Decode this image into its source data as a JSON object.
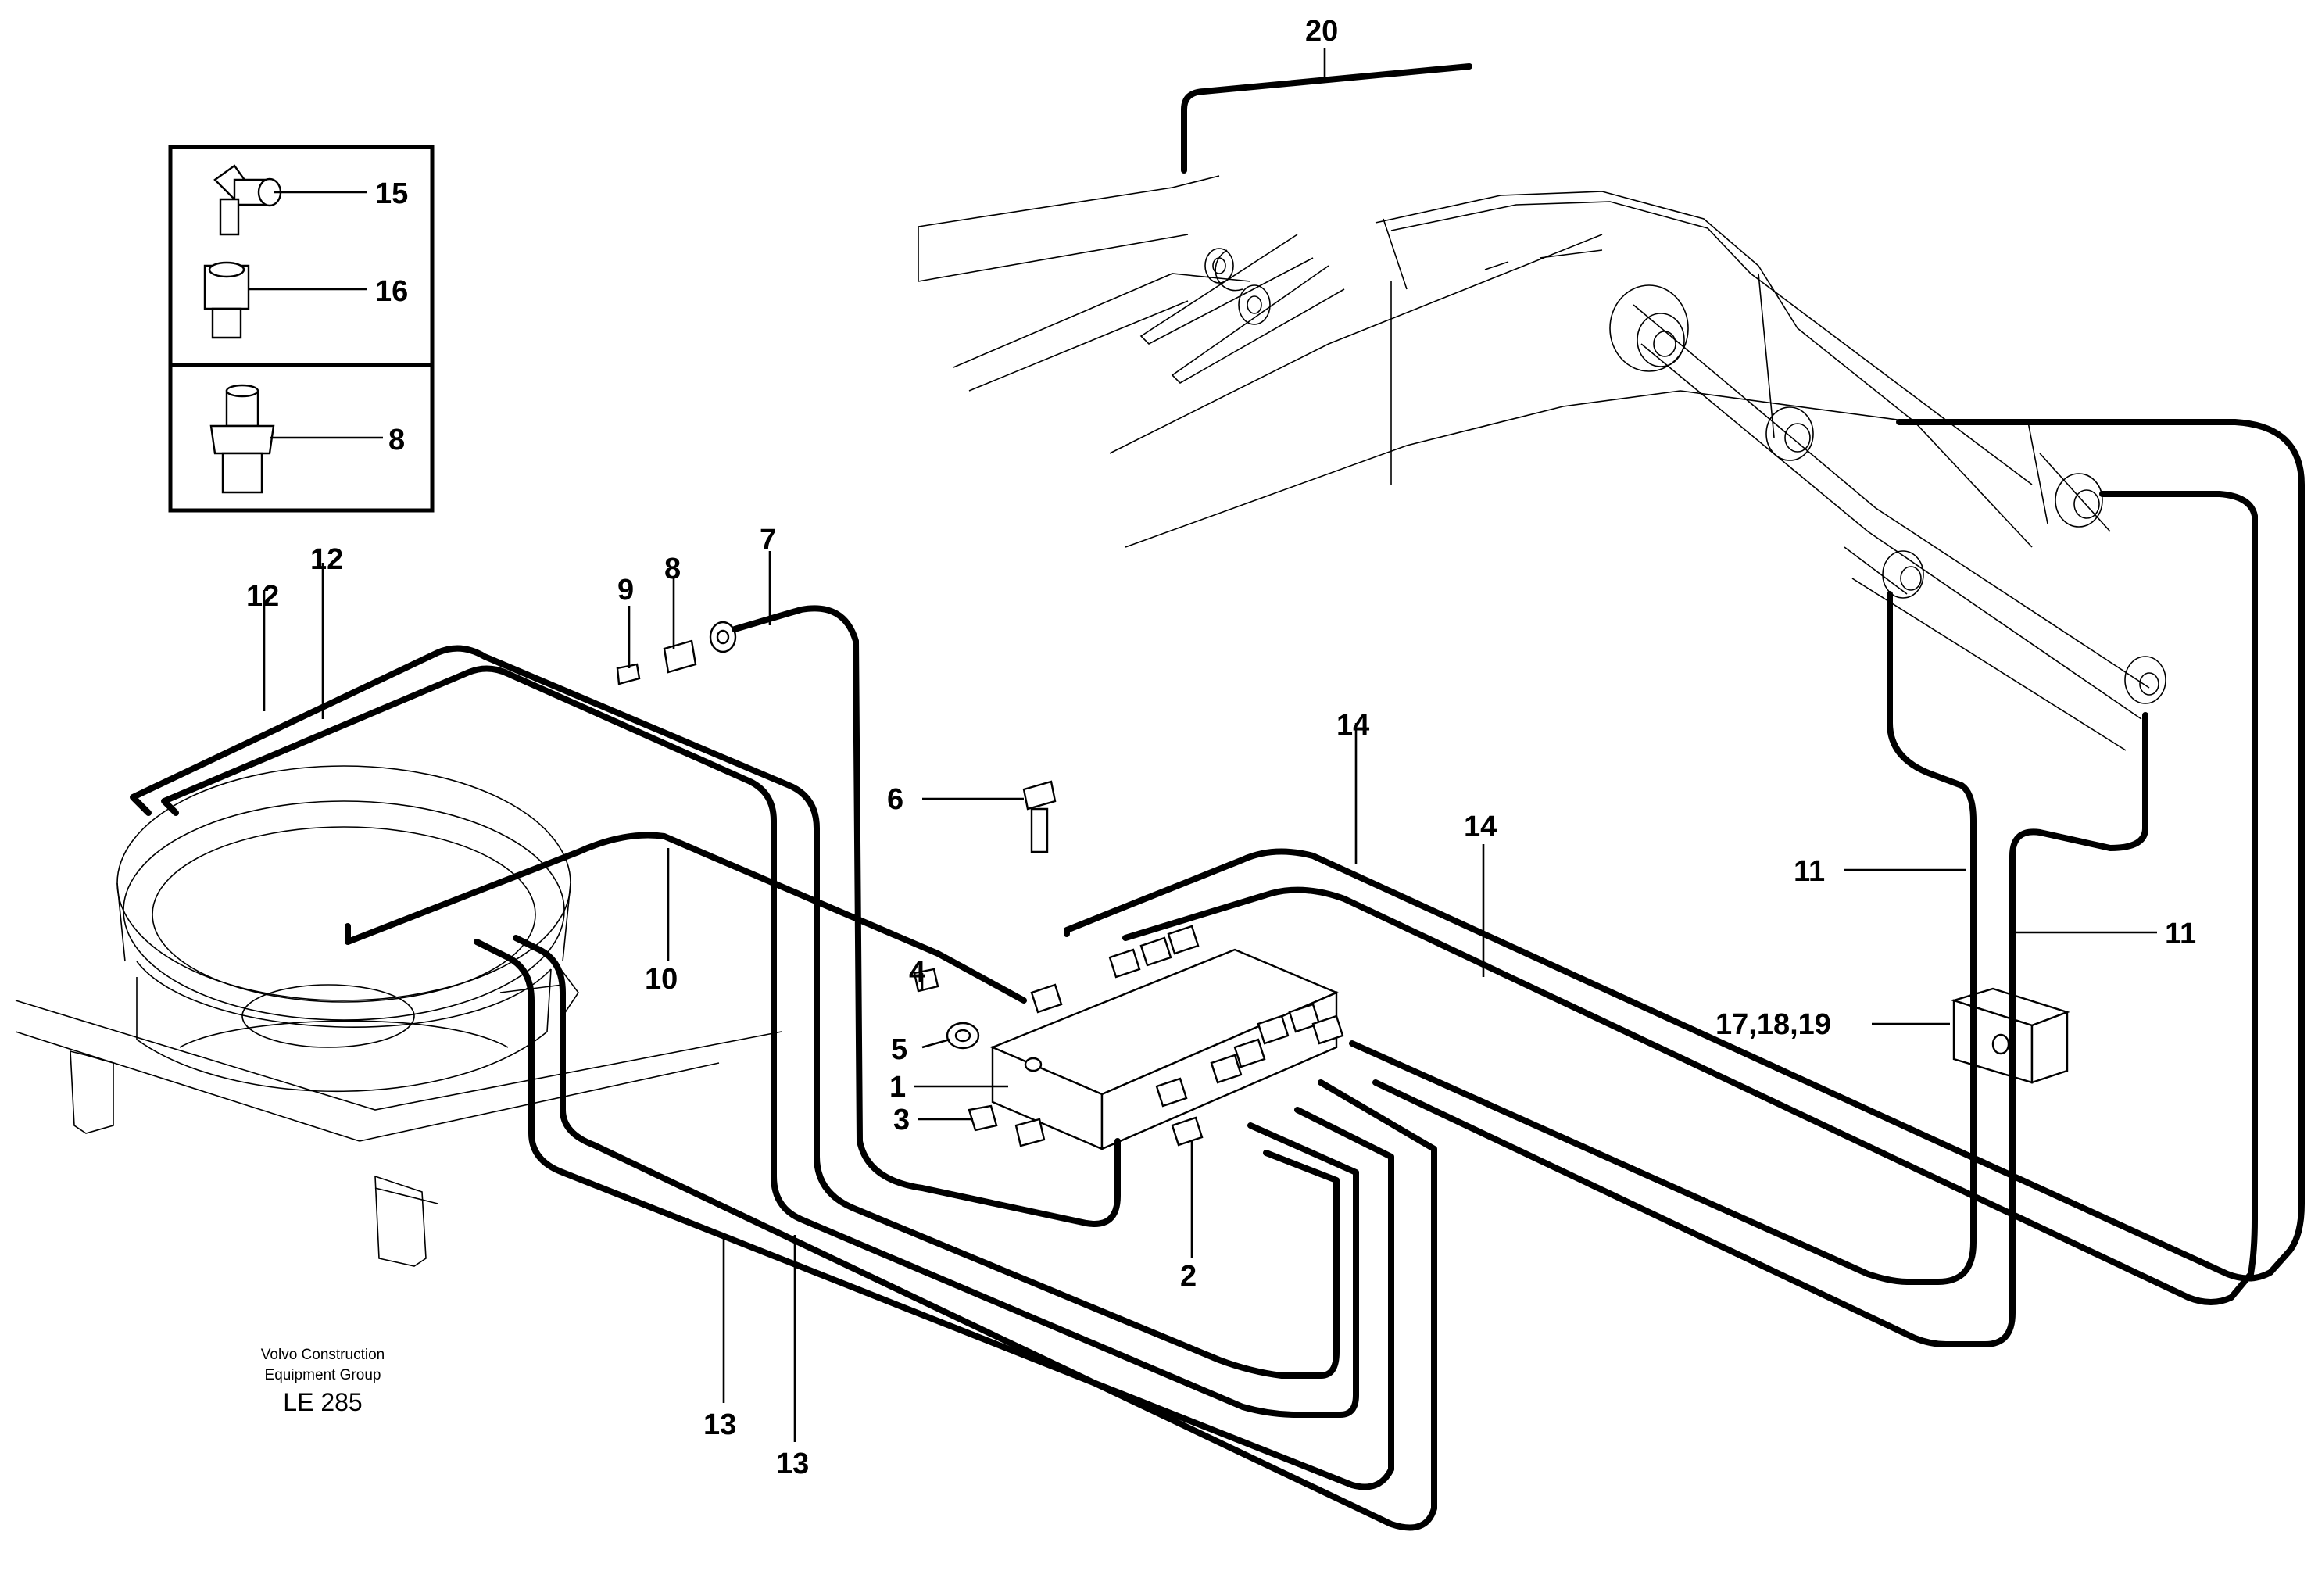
{
  "callouts": {
    "c20": "20",
    "c15": "15",
    "c16": "16",
    "c8_inset": "8",
    "c12_a": "12",
    "c12_b": "12",
    "c9": "9",
    "c8": "8",
    "c7": "7",
    "c6": "6",
    "c10": "10",
    "c4": "4",
    "c5": "5",
    "c1": "1",
    "c3": "3",
    "c2": "2",
    "c14_a": "14",
    "c14_b": "14",
    "c11_a": "11",
    "c11_b": "11",
    "c17_18_19": "17,18,19",
    "c13_a": "13",
    "c13_b": "13"
  },
  "caption": {
    "line1": "Volvo Construction",
    "line2": "Equipment Group",
    "code": "LE 285"
  }
}
